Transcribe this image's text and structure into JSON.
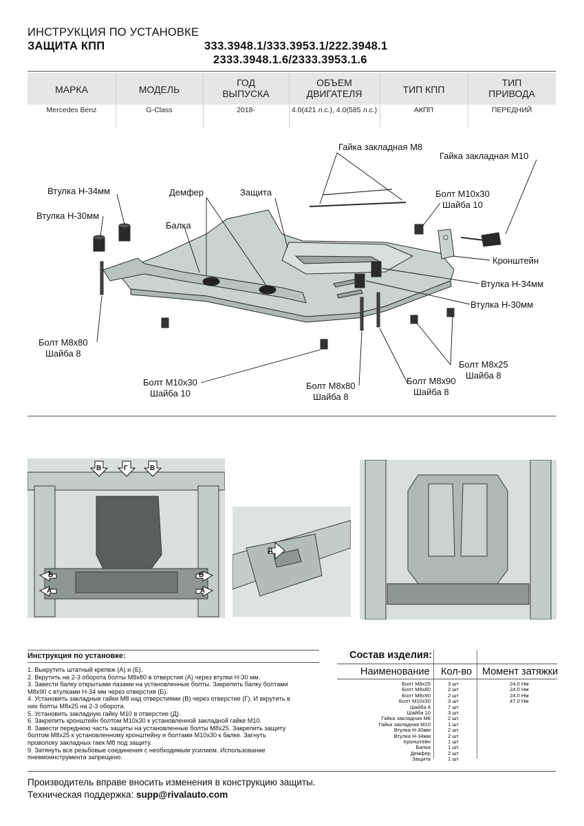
{
  "header": {
    "title": "ИНСТРУКЦИЯ ПО УСТАНОВКЕ",
    "subtitle": "ЗАЩИТА КПП",
    "codes_line1": "333.3948.1/333.3953.1/222.3948.1",
    "codes_line2": "2333.3948.1.6/2333.3953.1.6"
  },
  "spec_table": {
    "headers": [
      "МАРКА",
      "МОДЕЛЬ",
      "ГОД ВЫПУСКА",
      "ОБЪЕМ ДВИГАТЕЛЯ",
      "ТИП КПП",
      "ТИП ПРИВОДА"
    ],
    "header_lines": [
      [
        "МАРКА"
      ],
      [
        "МОДЕЛЬ"
      ],
      [
        "ГОД",
        "ВЫПУСКА"
      ],
      [
        "ОБЪЕМ",
        "ДВИГАТЕЛЯ"
      ],
      [
        "ТИП КПП"
      ],
      [
        "ТИП",
        "ПРИВОДА"
      ]
    ],
    "values": [
      "Mercedes Benz",
      "G-Class",
      "2018-",
      "4.0(421 л.с.), 4.0(585 л.с.)",
      "АКПП",
      "ПЕРЕДНИЙ"
    ]
  },
  "callouts": {
    "gaika_m8": "Гайка закладная М8",
    "gaika_m10": "Гайка закладная М10",
    "vtulka_34_left": "Втулка Н-34мм",
    "vtulka_30_left": "Втулка Н-30мм",
    "dempfer": "Демфер",
    "zaschita": "Защита",
    "balka": "Балка",
    "bolt_m10x30_top_1": "Болт М10х30",
    "bolt_m10x30_top_2": "Шайба 10",
    "kronshtein": "Кронштейн",
    "vtulka_34_right": "Втулка Н-34мм",
    "vtulka_30_right": "Втулка Н-30мм",
    "bolt_m8x80_left_1": "Болт М8х80",
    "bolt_m8x80_left_2": "Шайба 8",
    "bolt_m8x25_1": "Болт М8х25",
    "bolt_m8x25_2": "Шайба 8",
    "bolt_m10x30_bottom_1": "Болт М10х30",
    "bolt_m10x30_bottom_2": "Шайба 10",
    "bolt_m8x80_center_1": "Болт М8х80",
    "bolt_m8x80_center_2": "Шайба 8",
    "bolt_m8x90_1": "Болт М8х90",
    "bolt_m8x90_2": "Шайба 8"
  },
  "photo_labels": {
    "v": "В",
    "g": "Г",
    "b": "Б",
    "a": "А",
    "d": "Д"
  },
  "instructions": {
    "title": "Инструкция по установке:",
    "lines": [
      "1. Выкрутить штатный крепеж (А) и (Б).",
      "2. Вкрутить на 2-3 оборота болты М8х80 в отверстия (А) через втулки Н-30 мм.",
      "3. Завести балку открытыми пазами на установленные болты. Закрепить балку болтами",
      "М8х90 с втулками Н-34 мм через отверстия (Б).",
      "4. Установить закладные гайки М8 над отверстиями (В) через отверстие (Г). И вкрутить в",
      "них болты М8х25 на 2-3 оборота.",
      "5. Установить закладную гайку М10 в отверстие (Д).",
      "6. Закрепить кронштейн болтом М10х30 к установленной закладной гайке М10.",
      "8. Завести переднюю часть защиты на установленные болты М8х25. Закрепить защиту",
      "болтом М8х25 к установленному кронштейну и болтами М10х30 к балке. Загнуть",
      "проволоку закладных гаек М8 под защиту.",
      "9. Затянуть все резьбовые соединения с необходимым усилием. Использование",
      "пневмоинструмента запрещено."
    ]
  },
  "composition": {
    "title": "Состав изделия:",
    "col_name": "Наименование",
    "col_qty": "Кол-во",
    "col_torque": "Момент затяжки",
    "items": [
      {
        "name": "Болт М8х25",
        "qty": "3 шт",
        "torque": "24.0 Нм"
      },
      {
        "name": "Болт М8х80",
        "qty": "2 шт",
        "torque": "24.0 Нм"
      },
      {
        "name": "Болт М8х90",
        "qty": "2 шт",
        "torque": "24.0 Нм"
      },
      {
        "name": "Болт М10х30",
        "qty": "3 шт",
        "torque": "47.0 Нм"
      },
      {
        "name": "Шайба 8",
        "qty": "7 шт",
        "torque": ""
      },
      {
        "name": "Шайба 10",
        "qty": "3 шт",
        "torque": ""
      },
      {
        "name": "Гайка закладная М8",
        "qty": "2 шт",
        "torque": ""
      },
      {
        "name": "Гайка закладная М10",
        "qty": "1 шт",
        "torque": ""
      },
      {
        "name": "Втулка Н-30мм",
        "qty": "2 шт",
        "torque": ""
      },
      {
        "name": "Втулка Н-34мм",
        "qty": "2 шт",
        "torque": ""
      },
      {
        "name": "Кронштейн",
        "qty": "1 шт",
        "torque": ""
      },
      {
        "name": "Балка",
        "qty": "1 шт",
        "torque": ""
      },
      {
        "name": "Демфер",
        "qty": "2 шт",
        "torque": ""
      },
      {
        "name": "Защита",
        "qty": "1 шт",
        "torque": ""
      }
    ]
  },
  "footer": {
    "line1": "Производитель вправе вносить изменения в конструкцию защиты.",
    "support_label": "Техническая поддержка: ",
    "support_email": "supp@rivalauto.com"
  },
  "colors": {
    "header_band": "#e6e6e6",
    "part_fill": "#c9d3cf",
    "part_stroke": "#3a3a3a",
    "photo_gray": "#cfd6d3"
  }
}
